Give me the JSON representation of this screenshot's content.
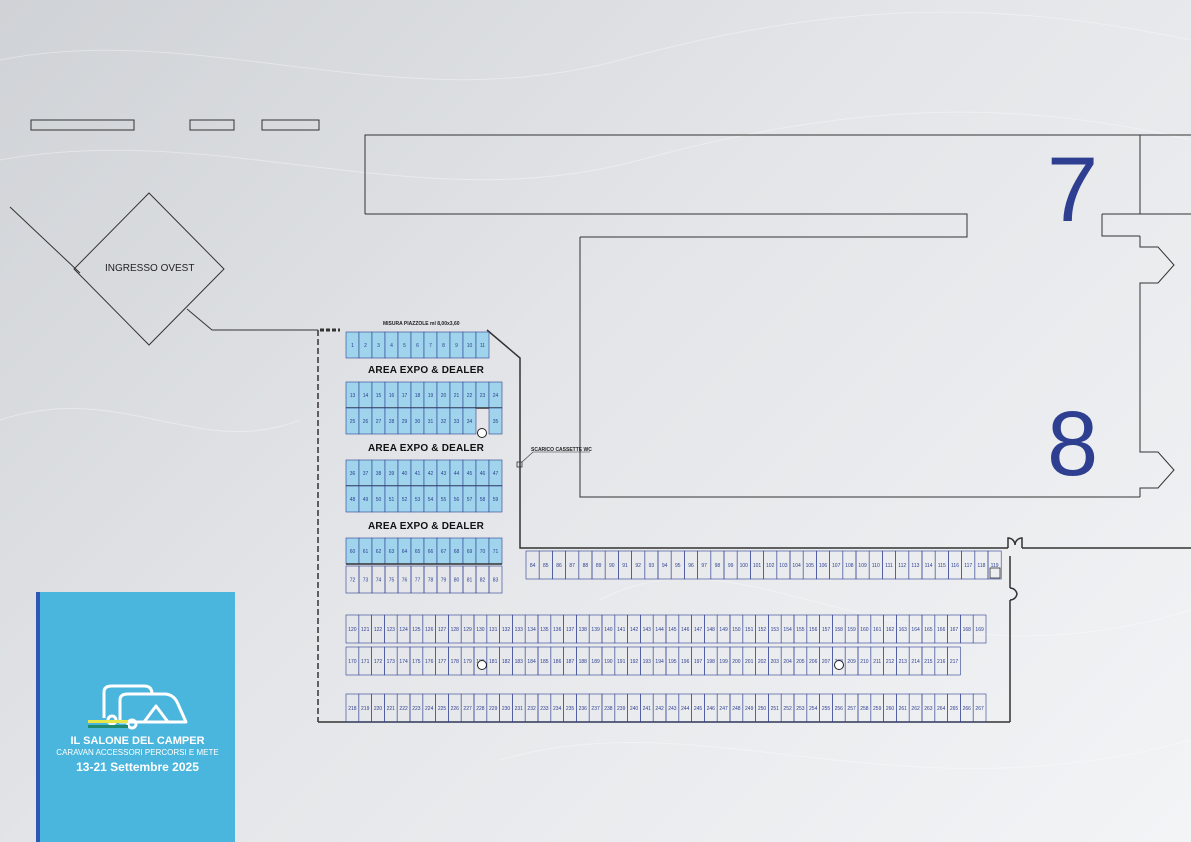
{
  "map": {
    "entrance_label": "INGRESSO OVEST",
    "hall_7": "7",
    "hall_8": "8",
    "pitch_size_note": "MISURA PIAZZOLE ml 8,00x3,60",
    "area_titles": [
      "AREA EXPO & DEALER",
      "AREA EXPO & DEALER",
      "AREA EXPO & DEALER"
    ],
    "wc_label": "SCARICO CASSETTE WC",
    "pitch_rows": [
      {
        "from": 1,
        "to": 11
      },
      {
        "from": 13,
        "to": 24
      },
      {
        "from": 25,
        "to": 35,
        "gap_after": 34
      },
      {
        "from": 36,
        "to": 47
      },
      {
        "from": 48,
        "to": 59
      },
      {
        "from": 60,
        "to": 71
      },
      {
        "from": 72,
        "to": 83
      },
      {
        "from": 84,
        "to": 119
      },
      {
        "from": 120,
        "to": 169
      },
      {
        "from": 170,
        "to": 217
      },
      {
        "from": 218,
        "to": 267
      }
    ],
    "colors": {
      "pitch_filled": "#9fd4ec",
      "pitch_outline": "#2e3f91",
      "hall_number": "#2e3f91",
      "line": "#333333"
    }
  },
  "brand": {
    "title": "IL SALONE DEL CAMPER",
    "subtitle": "CARAVAN ACCESSORI PERCORSI E METE",
    "dates": "13-21 Settembre 2025",
    "accent_color": "#4bb6dd",
    "logo_icon": "camper-logo-icon"
  }
}
